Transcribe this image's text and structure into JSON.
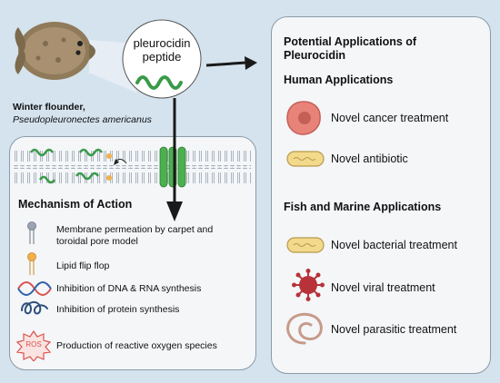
{
  "source_organism": {
    "common_name": "Winter flounder,",
    "scientific_name": "Pseudopleuronectes americanus"
  },
  "peptide_bubble": {
    "line1": "pleurocidin",
    "line2": "peptide"
  },
  "applications": {
    "title_line1": "Potential Applications of",
    "title_line2": "Pleurocidin",
    "human": {
      "heading": "Human Applications",
      "items": [
        "Novel cancer treatment",
        "Novel antibiotic"
      ]
    },
    "fish_marine": {
      "heading": "Fish and Marine Applications",
      "items": [
        "Novel bacterial treatment",
        "Novel viral treatment",
        "Novel parasitic treatment"
      ]
    }
  },
  "mechanism": {
    "heading": "Mechanism of Action",
    "items": [
      {
        "line1": "Membrane permeation by carpet and",
        "line2": "toroidal pore model"
      },
      {
        "line1": "Lipid flip flop",
        "line2": ""
      },
      {
        "line1": "Inhibition of DNA & RNA synthesis",
        "line2": ""
      },
      {
        "line1": "Inhibition of protein synthesis",
        "line2": ""
      },
      {
        "line1": "Production of reactive oxygen species",
        "line2": ""
      }
    ],
    "ros_icon_label": "ROS"
  },
  "colors": {
    "background": "#d5e3ee",
    "panel": "#f4f6f8",
    "peptide_green": "#3a9a4a",
    "arrow": "#1a1a1a",
    "cancer_cell": "#e8837a",
    "bacterium": "#f2d98c",
    "virus": "#b8323a",
    "parasite": "#c79a8a",
    "ros_red": "#d9534f"
  }
}
